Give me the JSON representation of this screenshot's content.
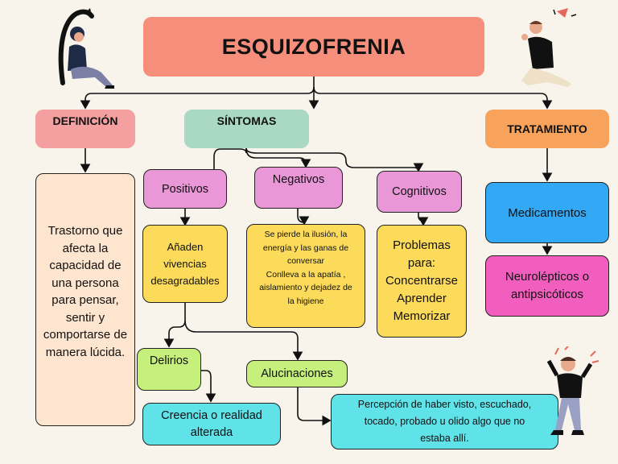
{
  "title": "ESQUIZOFRENIA",
  "definicion": {
    "header": "DEFINICIÓN",
    "text": "Trastorno que afecta la capacidad de una persona para pensar, sentir y comportarse de manera lúcida."
  },
  "sintomas": {
    "header": "SÍNTOMAS",
    "positivos": {
      "label": "Positivos",
      "desc": "Añaden\nvivencias\ndesagradables",
      "delirios": "Delirios",
      "delirios_desc": "Creencia o realidad\nalterada",
      "alucinaciones": "Alucinaciones",
      "alucinaciones_desc": "Percepción de haber visto, escuchado,\ntocado, probado u olido algo que no\nestaba allí."
    },
    "negativos": {
      "label": "Negativos",
      "desc": "Se pierde la ilusión, la\nenergía y las ganas de\nconversar\nConlleva a la apatía ,\naislamiento y dejadez de\nla higiene"
    },
    "cognitivos": {
      "label": "Cognitivos",
      "desc": "Problemas\npara:\nConcentrarse\nAprender\nMemorizar"
    }
  },
  "tratamiento": {
    "header": "TRATAMIENTO",
    "medicamentos": "Medicamentos",
    "tipos": "Neurolépticos o\nantipsicóticos"
  }
}
